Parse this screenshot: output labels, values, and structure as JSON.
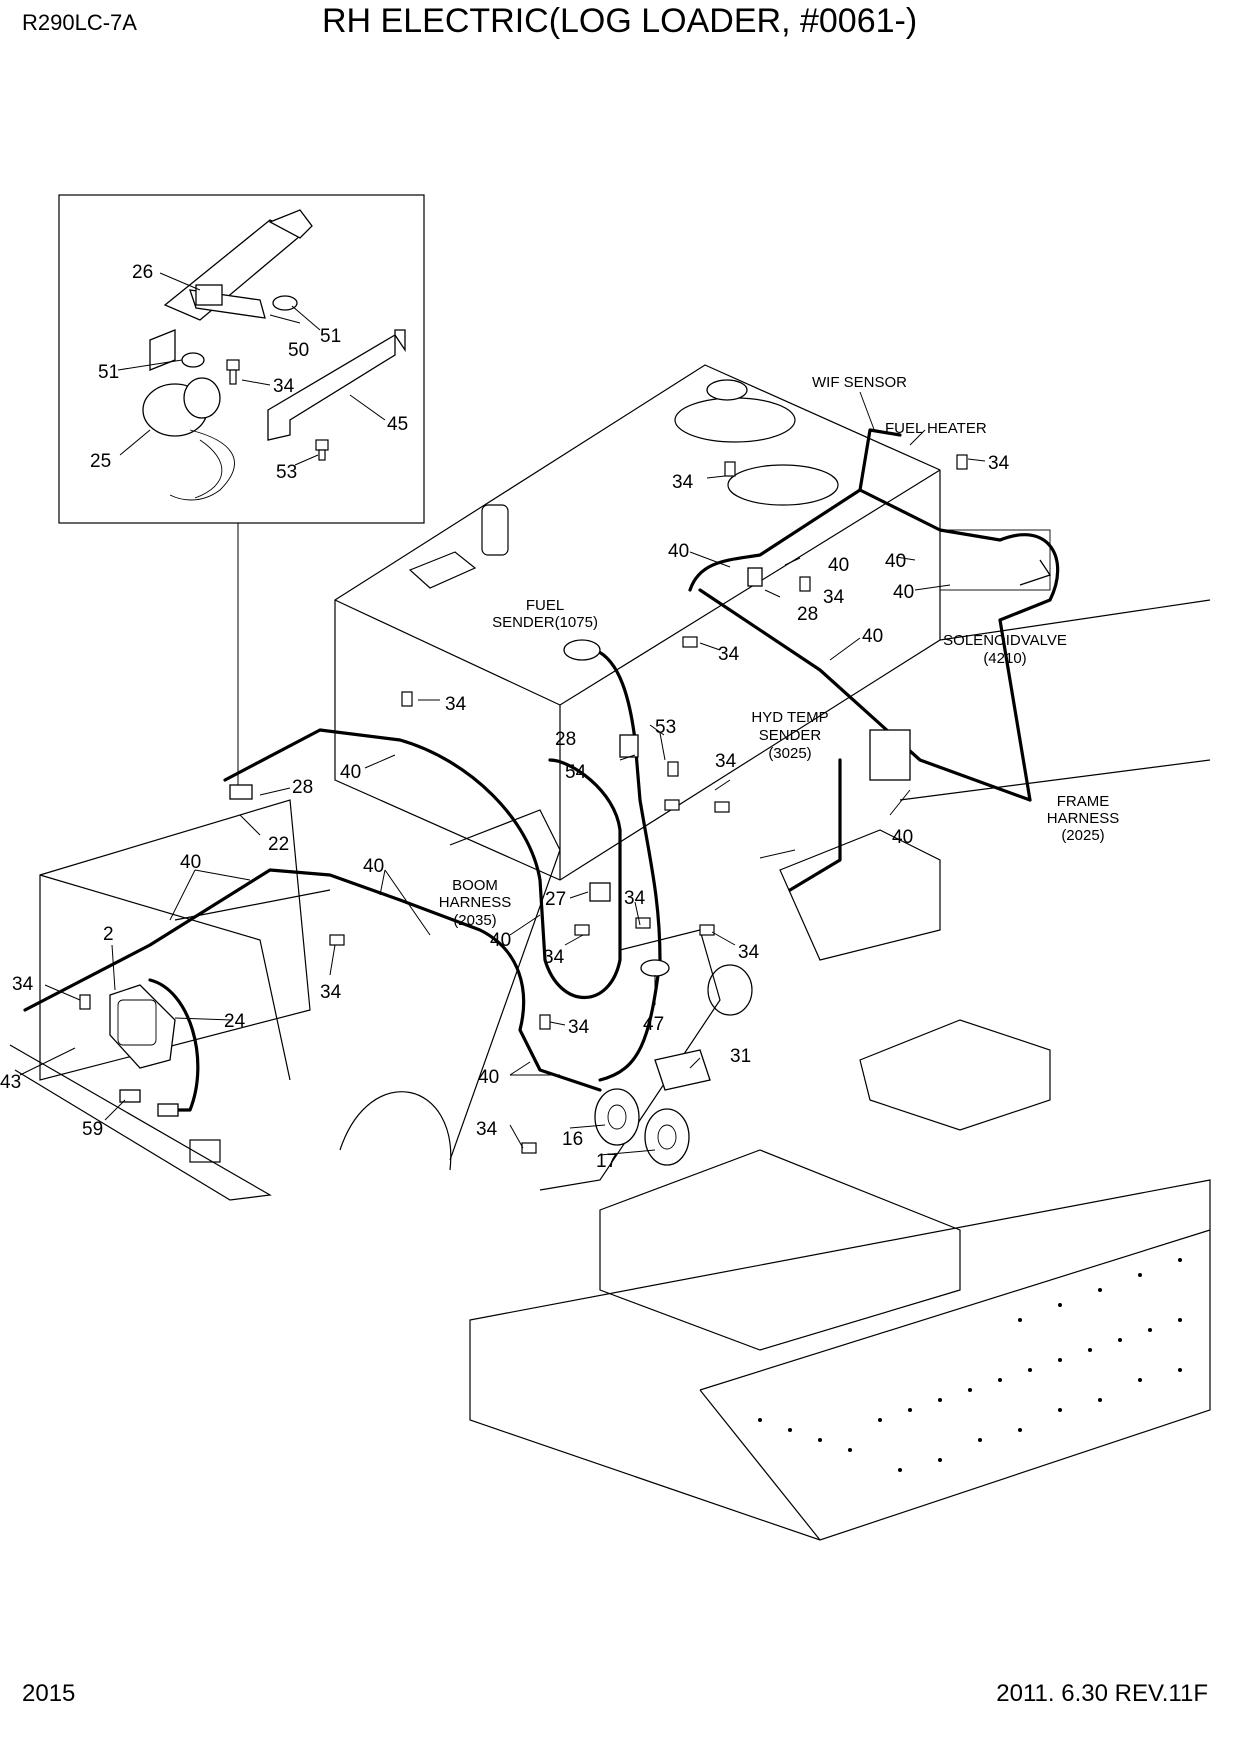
{
  "header": {
    "model": "R290LC-7A",
    "title": "RH ELECTRIC(LOG LOADER, #0061-)"
  },
  "footer": {
    "page": "2015",
    "revision": "2011. 6.30  REV.11F"
  },
  "labels": {
    "wif_sensor": "WIF SENSOR",
    "fuel_heater": "FUEL HEATER",
    "fuel_sender_1": "FUEL",
    "fuel_sender_2": "SENDER(1075)",
    "solenoid_1": "SOLENOIDVALVE",
    "solenoid_2": "(4210)",
    "hyd_temp_1": "HYD TEMP",
    "hyd_temp_2": "SENDER",
    "hyd_temp_3": "(3025)",
    "frame_1": "FRAME",
    "frame_2": "HARNESS",
    "frame_3": "(2025)",
    "boom_1": "BOOM",
    "boom_2": "HARNESS",
    "boom_3": "(2035)"
  },
  "callouts": {
    "c26": "26",
    "c51a": "51",
    "c50": "50",
    "c51b": "51",
    "c34a": "34",
    "c45": "45",
    "c25": "25",
    "c53a": "53",
    "c34b": "34",
    "c34c": "34",
    "c40a": "40",
    "c40b": "40",
    "c40c": "40",
    "c34d": "34",
    "c40d": "40",
    "c28a": "28",
    "c34e": "34",
    "c40e": "40",
    "c34f": "34",
    "c28b": "28",
    "c53b": "53",
    "c54": "54",
    "c34g": "34",
    "c40f": "40",
    "c28c": "28",
    "c22": "22",
    "c40g": "40",
    "c40h": "40",
    "c40i": "40",
    "c2": "2",
    "c27": "27",
    "c34h": "34",
    "c34i": "34",
    "c40j": "40",
    "c34j": "34",
    "c34k": "34",
    "c47": "47",
    "c34l": "34",
    "c24": "24",
    "c43": "43",
    "c59": "59",
    "c40k": "40",
    "c31": "31",
    "c34m": "34",
    "c16": "16",
    "c17": "17"
  }
}
